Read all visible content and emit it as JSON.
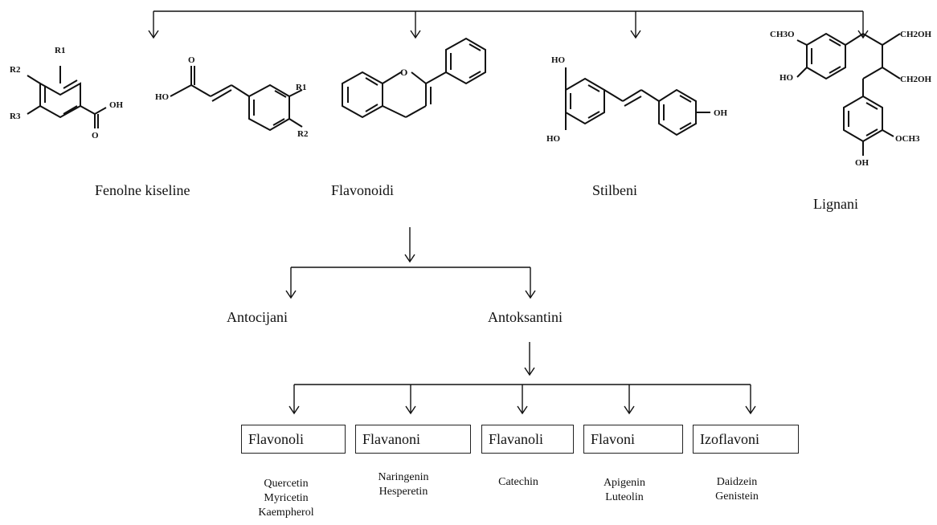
{
  "top_categories": [
    {
      "label": "Fenolne kiseline"
    },
    {
      "label": "Flavonoidi"
    },
    {
      "label": "Stilbeni"
    },
    {
      "label": "Lignani"
    }
  ],
  "flavonoid_groups": [
    {
      "label": "Antocijani"
    },
    {
      "label": "Antoksantini"
    }
  ],
  "antoxanthin_classes": [
    {
      "label": "Flavonoli",
      "examples": [
        "Quercetin",
        "Myricetin",
        "Kaempherol"
      ]
    },
    {
      "label": "Flavanoni",
      "examples": [
        "Naringenin",
        "Hesperetin"
      ]
    },
    {
      "label": "Flavanoli",
      "examples": [
        "Catechin"
      ]
    },
    {
      "label": "Flavoni",
      "examples": [
        "Apigenin",
        "Luteolin"
      ]
    },
    {
      "label": "Izoflavoni",
      "examples": [
        "Daidzein",
        "Genistein"
      ]
    }
  ],
  "structure_labels": {
    "phenolic_acid": {
      "r1": "R1",
      "r2": "R2",
      "r3": "R3",
      "oh": "OH",
      "o": "O"
    },
    "cinnamic_acid": {
      "ho": "HO",
      "o": "O",
      "r1": "R1",
      "r2": "R2"
    },
    "flavan": {
      "o": "O"
    },
    "stilbene": {
      "ho_top": "HO",
      "ho_bottom": "HO",
      "oh": "OH"
    },
    "lignan": {
      "ch3o": "CH3O",
      "ho": "HO",
      "ch2oh_1": "CH2OH",
      "ch2oh_2": "CH2OH",
      "och3": "OCH3",
      "oh": "OH"
    }
  }
}
